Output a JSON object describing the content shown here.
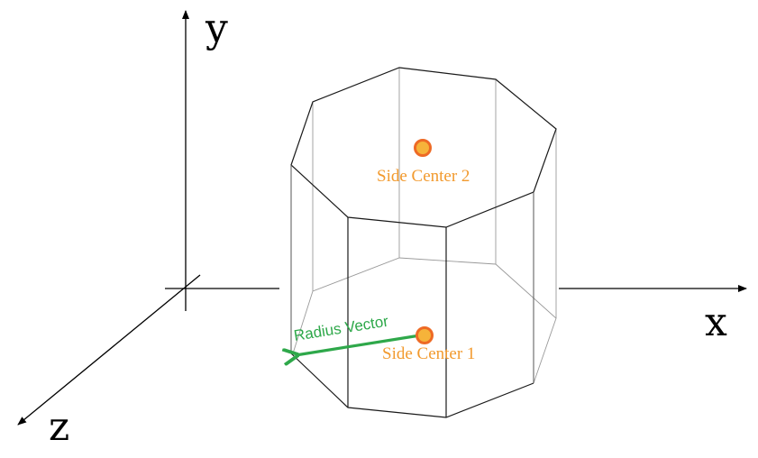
{
  "axes": {
    "x_label": "x",
    "y_label": "y",
    "z_label": "z"
  },
  "points": [
    {
      "id": "side-center-2",
      "label": "Side Center 2"
    },
    {
      "id": "side-center-1",
      "label": "Side Center 1"
    }
  ],
  "vector": {
    "label": "Radius Vector"
  },
  "colors": {
    "axis": "#000000",
    "edge": "#1a1a1a",
    "hidden_edge": "#9a9a9a",
    "point_fill": "#f6b33a",
    "point_ring": "#ee6a25",
    "point_label": "#f29a2e",
    "vector": "#2ea84a"
  }
}
